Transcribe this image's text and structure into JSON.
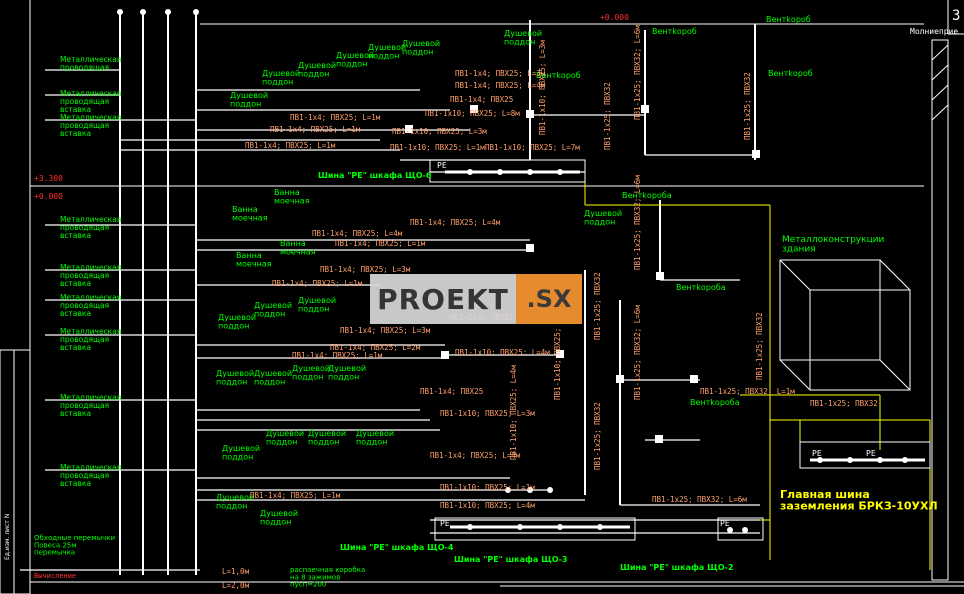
{
  "colors": {
    "bg": "#000000",
    "line": "#ffffff",
    "green": "#00ff00",
    "orange": "#ff9f6b",
    "yellow": "#ffff00",
    "red": "#ff3030",
    "grey": "#9a9a9a"
  },
  "header": {
    "sheet_no": "3",
    "top_red": "+0.000",
    "ventkorob_top": "Вентkороб",
    "lightning": "Молниеприе"
  },
  "levels": {
    "l1": "+3.300",
    "l2": "+0.000"
  },
  "left_labels": [
    "Металлическая\nпроводящая",
    "Металлическая\nпроводящая\nвставка",
    "Металлическая\nпроводящая\nвставка",
    "Металлическая\nпроводящая\nвставка",
    "Металлическая\nпроводящая\nвставка",
    "Металлическая\nпроводящая\nвставка",
    "Металлическая\nпроводящая\nвставка",
    "Металлическая\nпроводящая\nвставка",
    "Металлическая\nпроводящая\nвставка"
  ],
  "showers_top": [
    "Душевой\nподдон",
    "Душевой\nподдон",
    "Душевой\nподдон",
    "Душевой\nподдон",
    "Душевой\nподдон",
    "Душевой\nподдон",
    "Душевой\nподдон"
  ],
  "baths": [
    "Ванна\nмоечная",
    "Ванна\nмоечная",
    "Ванна\nмоечная",
    "Ванна\nмоечная"
  ],
  "vent_labels": [
    "Вентkороб",
    "Вентkороб",
    "Вентkороба",
    "Вентkороба",
    "Вентkороба",
    "Вентkороба"
  ],
  "cables": {
    "c1": "ПВ1-1х4; ПВХ25; L=3м",
    "c2": "ПВ1-1х4; ПВХ25; L=4м",
    "c3": "ПВ1-1х4; ПВХ25; L=1м",
    "c4": "ПВ1-1х10; ПВХ25; L=3м",
    "c5": "ПВ1-1х10; ПВХ25; L=8м",
    "c6": "ПВ1-1х10; ПВХ25; L=7м",
    "c7": "ПВ1-1х10; ПВХ25; L=4м",
    "c8": "ПВ1-1х4; ПВХ25; L=2м",
    "c9": "ПВ1-1х25; ПВХ32; L=1м",
    "c10": "ПВ1-1х25; ПВХ32; L=6м",
    "c11": "ПВ1-1х25; ПВХ32",
    "c12": "ПВ1-1х10; ПВХ25; L=1м",
    "c13": "ПВ1-1х4; ПВХ25",
    "c14": "ПВ1-1х4; ПВХ25; L=3м"
  },
  "buses": {
    "pe1": "Шина \"PE\" шкафа ЩО-6",
    "pe2": "Шина \"PE\" шкафа ЩО-4",
    "pe3": "Шина \"PE\" шкафа ЩО-3",
    "pe4": "Шина \"PE\" шкафа ЩО-2",
    "pe": "PE"
  },
  "main_bus": "Главная шина\nзаземления БРКЗ-10УХЛ",
  "metal": "Металлоконструкции\nздания",
  "bottom": {
    "jumpers": "Обходные перемычки\nПовеса 25м\nперемычка",
    "dist": "распаечная коробка\nна 8 зажимов\nпусп=200",
    "l1": "L=1,0м",
    "l2": "L=2,0м",
    "bl": "Вычисление"
  },
  "stamp": "Ед.изм. лист N",
  "watermark": {
    "left": "PROEKT",
    "right": ".SX"
  }
}
